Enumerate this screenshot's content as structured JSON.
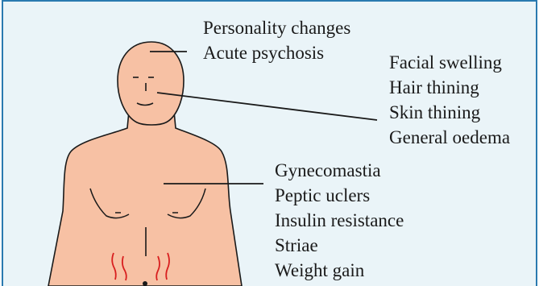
{
  "colors": {
    "panel_background": "#eaf4f8",
    "panel_border": "#2a7ab0",
    "skin": "#f7c1a4",
    "outline": "#1a1a1a",
    "striae": "#d81e1e",
    "text": "#1a1a1a"
  },
  "head_labels": {
    "personality_changes": "Personality changes",
    "acute_psychosis": "Acute psychosis"
  },
  "face_labels": {
    "facial_swelling": "Facial swelling",
    "hair_thining": "Hair thining",
    "skin_thining": "Skin thining",
    "general_oedema": "General oedema"
  },
  "body_labels": {
    "gynecomastia": "Gynecomastia",
    "peptic_uclers": "Peptic uclers",
    "insulin_resistance": "Insulin resistance",
    "striae": "Striae",
    "weight_gain": "Weight gain"
  }
}
